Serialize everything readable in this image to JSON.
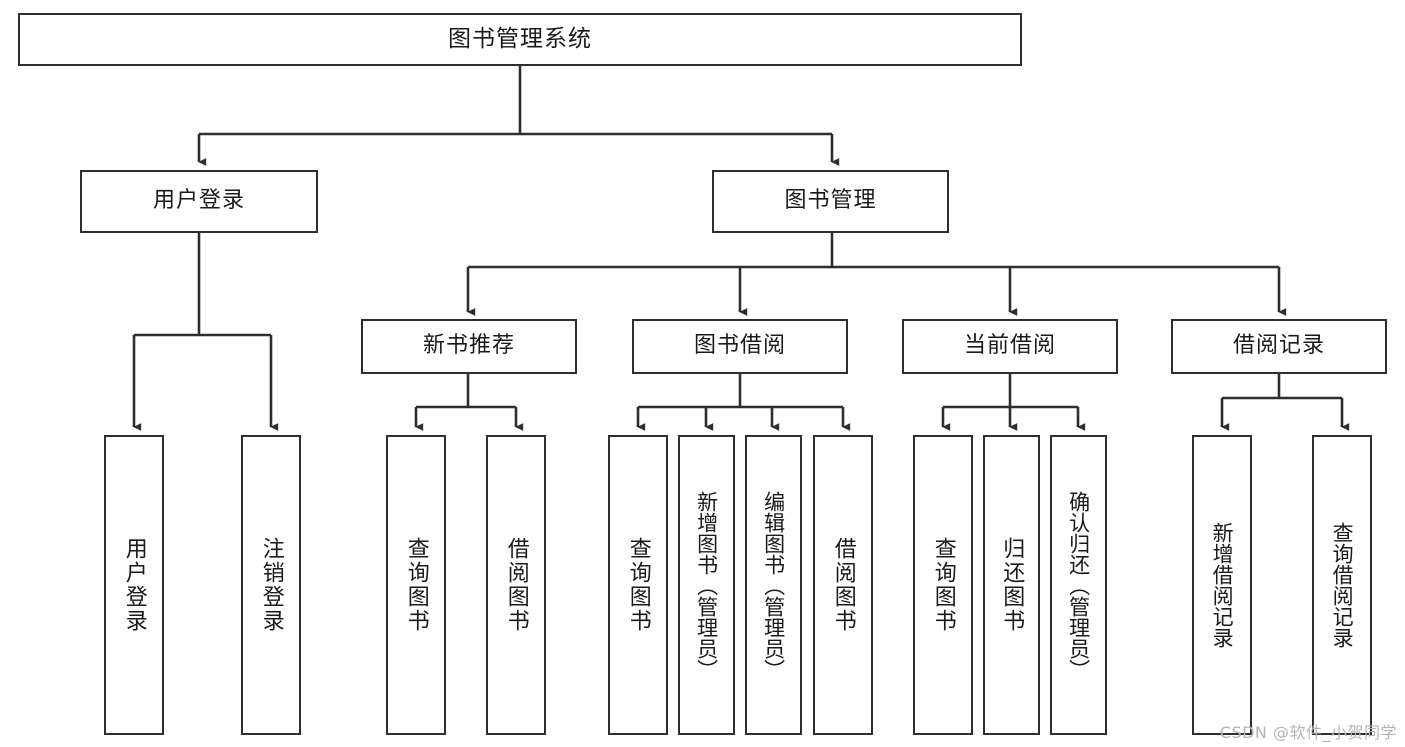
{
  "diagram": {
    "title": "图书管理系统",
    "type": "tree-hierarchy",
    "root": {
      "label": "图书管理系统"
    },
    "level1": [
      {
        "label": "用户登录"
      },
      {
        "label": "图书管理"
      }
    ],
    "level2": [
      {
        "label": "新书推荐"
      },
      {
        "label": "图书借阅"
      },
      {
        "label": "当前借阅"
      },
      {
        "label": "借阅记录"
      }
    ],
    "leaves": {
      "user_login": [
        {
          "label": "用户登录"
        },
        {
          "label": "注销登录"
        }
      ],
      "new_book_recommend": [
        {
          "label": "查询图书"
        },
        {
          "label": "借阅图书"
        }
      ],
      "book_borrow": [
        {
          "label": "查询图书"
        },
        {
          "label": "新增图书（管理员）"
        },
        {
          "label": "编辑图书（管理员）"
        },
        {
          "label": "借阅图书"
        }
      ],
      "current_borrow": [
        {
          "label": "查询图书"
        },
        {
          "label": "归还图书"
        },
        {
          "label": "确认归还（管理员）"
        }
      ],
      "borrow_record": [
        {
          "label": "新增借阅记录"
        },
        {
          "label": "查询借阅记录"
        }
      ]
    }
  },
  "watermark": {
    "text": "CSDN @软件_小贺同学"
  },
  "colors": {
    "stroke": "#2f2f2f",
    "background": "#ffffff",
    "text": "#1a1a1a",
    "watermark": "#b4b4b4"
  }
}
